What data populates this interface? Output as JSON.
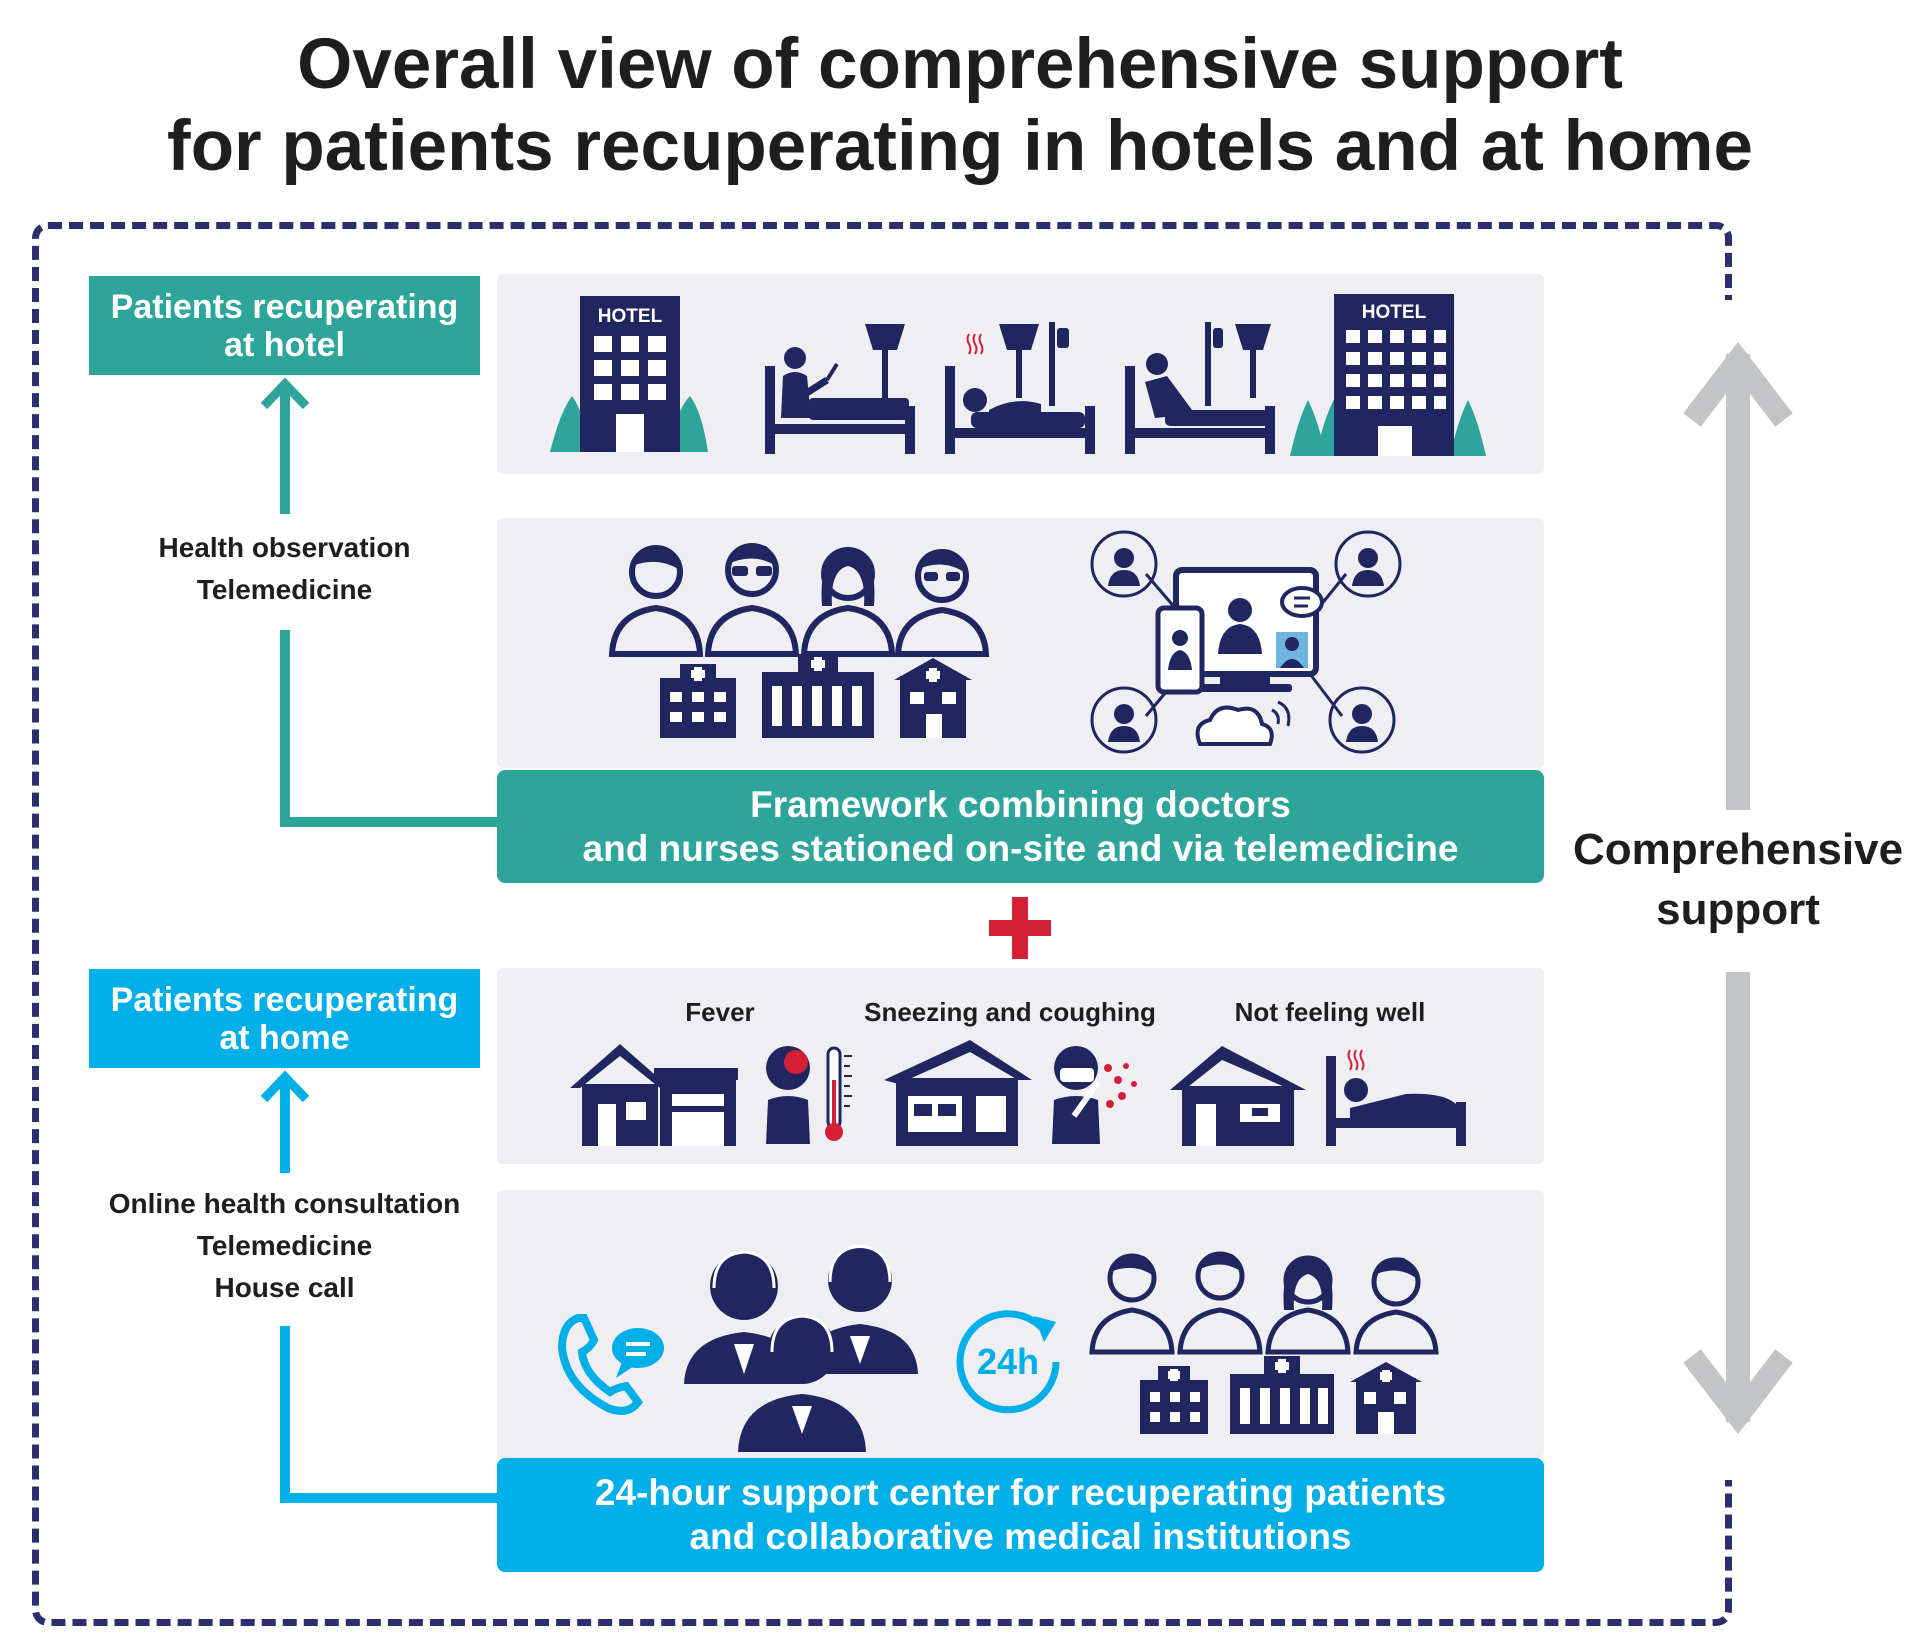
{
  "title": {
    "line1": "Overall view of comprehensive support",
    "line2": "for patients recuperating in hotels and at home"
  },
  "hotel": {
    "tag_line1": "Patients recuperating",
    "tag_line2": "at hotel",
    "methods": [
      "Health observation",
      "Telemedicine"
    ],
    "hotel_sign": "HOTEL",
    "banner_line1": "Framework combining doctors",
    "banner_line2": "and nurses stationed on-site and via telemedicine"
  },
  "home": {
    "tag_line1": "Patients recuperating",
    "tag_line2": "at home",
    "methods": [
      "Online health consultation",
      "Telemedicine",
      "House call"
    ],
    "symptoms": [
      "Fever",
      "Sneezing and coughing",
      "Not feeling well"
    ],
    "clock_label": "24h",
    "banner_line1": "24-hour support center for recuperating patients",
    "banner_line2": "and collaborative medical institutions"
  },
  "comprehensive": {
    "line1": "Comprehensive",
    "line2": "support"
  },
  "colors": {
    "teal": "#2ea59a",
    "cyan": "#00aee8",
    "navy": "#1f2660",
    "frame": "#2b2f6e",
    "plus": "#d32037",
    "arrow_gray": "#c3c4c6",
    "panel": "#efeff3"
  }
}
